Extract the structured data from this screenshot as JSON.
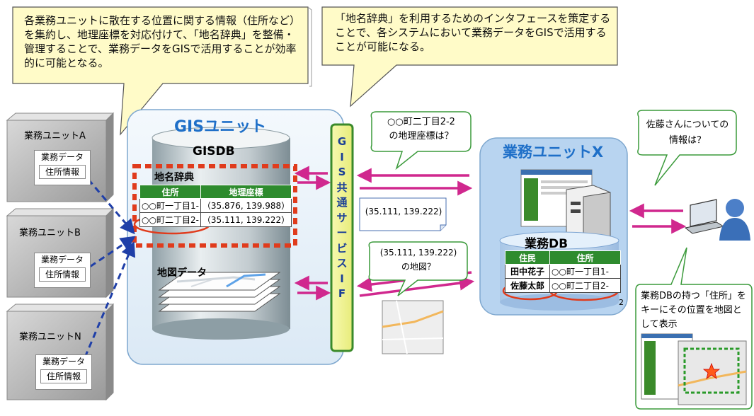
{
  "callouts": {
    "left": "各業務ユニットに散在する位置に関する情報（住所など）を集約し、地理座標を対応付けて、「地名辞典」を整備・管理することで、業務データをGISで活用することが効率的に可能となる。",
    "right": "「地名辞典」を利用するためのインタフェースを策定することで、各システムにおいて業務データをGISで活用することが可能になる。"
  },
  "units": [
    {
      "name": "業務ユニットA",
      "data_label": "業務データ",
      "info_label": "住所情報"
    },
    {
      "name": "業務ユニットB",
      "data_label": "業務データ",
      "info_label": "住所情報"
    },
    {
      "name": "業務ユニットN",
      "data_label": "業務データ",
      "info_label": "住所情報"
    }
  ],
  "gis_unit": {
    "title": "GISユニット",
    "db_label": "GISDB",
    "gazetteer_label": "地名辞典",
    "headers": [
      "住所",
      "地理座標"
    ],
    "rows": [
      [
        "○○町一丁目1-",
        "（35.876, 139.988）"
      ],
      [
        "○○町二丁目2-",
        "（35.111, 139.222）"
      ]
    ],
    "map_data_label": "地図データ"
  },
  "interface": {
    "label": [
      "G",
      "I",
      "S",
      "共",
      "通",
      "サ",
      "ー",
      "ビ",
      "ス",
      "I",
      "F"
    ]
  },
  "bubbles": {
    "coord_query": "○○町二丁目2-2\nの地理座標は？",
    "coord_answer": "(35.111, 139.222)",
    "map_query": "(35.111, 139.222)\nの地図？",
    "user_query": "佐藤さんについての\n情報は？",
    "display_note": "業務DBの持つ「住所」をキーにその位置を地図として表示"
  },
  "business_unit": {
    "title": "業務ユニットX",
    "db_label": "業務DB",
    "headers": [
      "住民",
      "住所"
    ],
    "rows": [
      [
        "田中花子",
        "○○町一丁目1-"
      ],
      [
        "佐藤太郎",
        "○○町二丁目2-"
      ]
    ],
    "overflow_digit": "2"
  },
  "colors": {
    "arrow": "#d0288e",
    "gis_panel": "#e8f1f8",
    "title_blue": "#1e6fc8",
    "table_header": "#2e8b2e",
    "highlight_red": "#e03b1c",
    "dash_blue": "#1f3fa8",
    "callout_fill": "#fffbc8",
    "bubble_border": "#3a9a3a"
  }
}
